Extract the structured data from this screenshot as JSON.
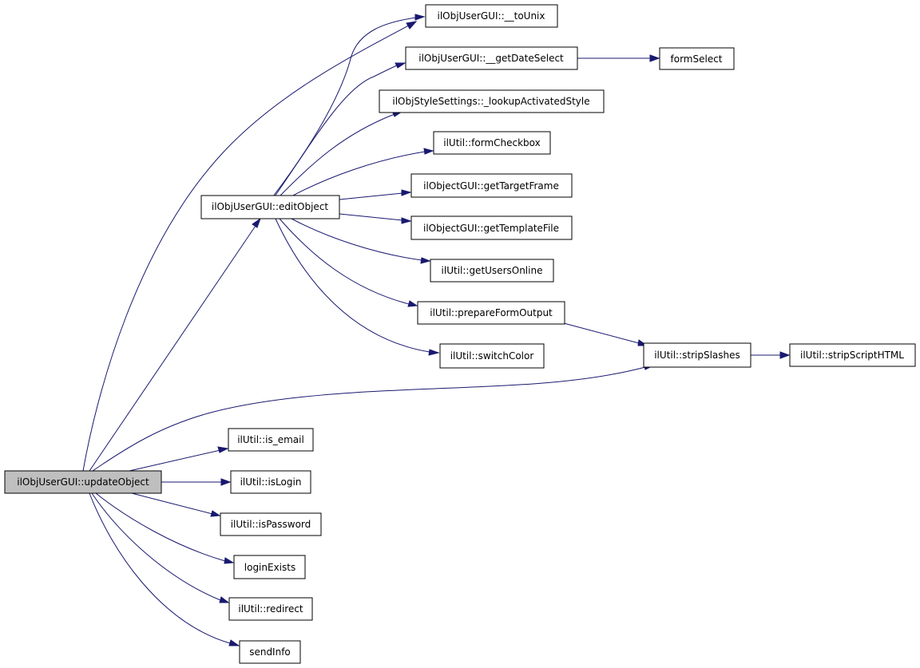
{
  "graph": {
    "colors": {
      "edge": "#191970",
      "root_fill": "#bfbfbf",
      "node_fill": "#ffffff",
      "border": "#000000"
    },
    "nodes": {
      "updateObject": "ilObjUserGUI::updateObject",
      "editObject": "ilObjUserGUI::editObject",
      "toUnix": "ilObjUserGUI::__toUnix",
      "getDateSelect": "ilObjUserGUI::__getDateSelect",
      "formSelect": "formSelect",
      "lookupActivatedStyle": "ilObjStyleSettings::_lookupActivatedStyle",
      "formCheckbox": "ilUtil::formCheckbox",
      "getTargetFrame": "ilObjectGUI::getTargetFrame",
      "getTemplateFile": "ilObjectGUI::getTemplateFile",
      "getUsersOnline": "ilUtil::getUsersOnline",
      "prepareFormOutput": "ilUtil::prepareFormOutput",
      "switchColor": "ilUtil::switchColor",
      "stripSlashes": "ilUtil::stripSlashes",
      "stripScriptHTML": "ilUtil::stripScriptHTML",
      "isEmail": "ilUtil::is_email",
      "isLogin": "ilUtil::isLogin",
      "isPassword": "ilUtil::isPassword",
      "loginExists": "loginExists",
      "redirect": "ilUtil::redirect",
      "sendInfo": "sendInfo"
    }
  }
}
